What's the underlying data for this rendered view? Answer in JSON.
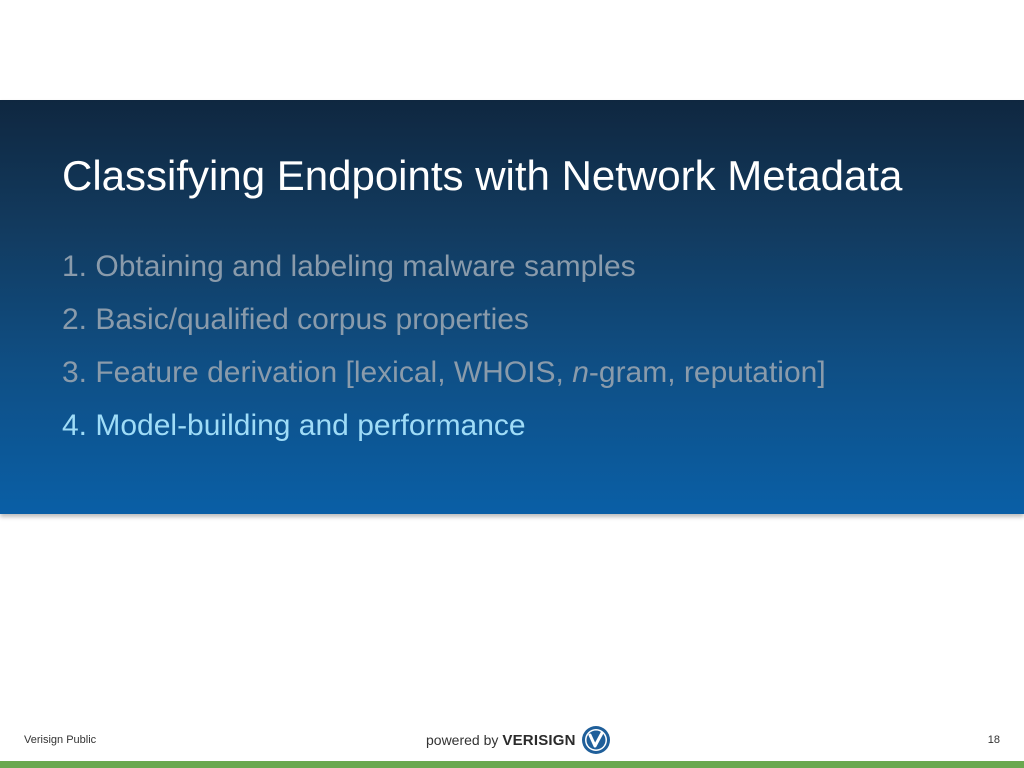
{
  "slide": {
    "title": "Classifying Endpoints with Network Metadata",
    "agenda": [
      {
        "text": "1. Obtaining and labeling malware samples"
      },
      {
        "text": "2. Basic/qualified corpus properties"
      },
      {
        "text_before": "3. Feature derivation [lexical, WHOIS, ",
        "text_italic": "n",
        "text_after": "-gram, reputation]"
      },
      {
        "text": "4. Model-building and performance"
      }
    ],
    "active_item": 4
  },
  "footer": {
    "classification": "Verisign Public",
    "page_number": "18",
    "logo": {
      "powered": "powered by",
      "brand": "VERISIGN",
      "mark_letter": "V",
      "icon": "verisign-checkmark-icon"
    }
  },
  "colors": {
    "banner_top": "#0f2740",
    "banner_bottom": "#0a5fa6",
    "inactive_text": "#8a9bab",
    "active_text": "#9fdcf7",
    "accent_bar": "#6aa84f"
  }
}
